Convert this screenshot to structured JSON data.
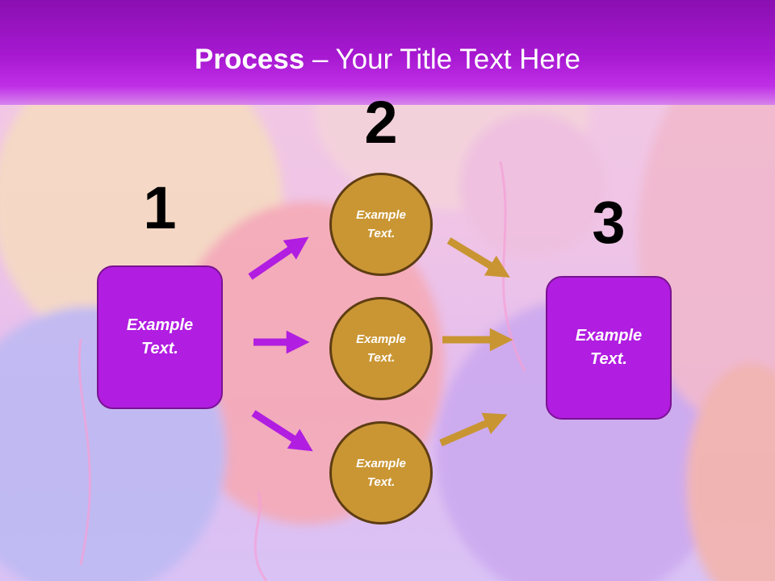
{
  "title": {
    "bold": "Process",
    "rest": " – Your Title Text Here"
  },
  "steps": [
    {
      "number": "1",
      "text": "Example Text."
    },
    {
      "number": "2",
      "items": [
        "Example Text.",
        "Example Text.",
        "Example Text."
      ]
    },
    {
      "number": "3",
      "text": "Example Text."
    }
  ],
  "colors": {
    "title_bar": "#a819d2",
    "box_fill": "#b11de1",
    "circle_fill": "#ca9634",
    "arrow_purple": "#b11de1",
    "arrow_gold": "#c89532"
  }
}
